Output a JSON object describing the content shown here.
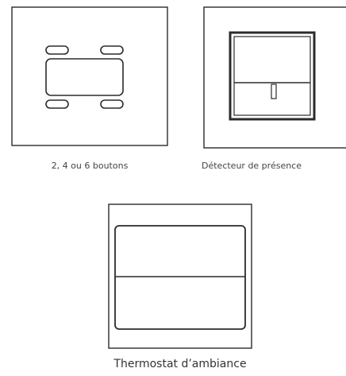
{
  "devices": [
    {
      "id": "buttons",
      "caption": "2, 4 ou 6 boutons"
    },
    {
      "id": "presence",
      "caption": "Détecteur de présence"
    },
    {
      "id": "thermostat",
      "caption": "Thermostat d’ambiance"
    }
  ],
  "colors": {
    "stroke": "#2b2b2b",
    "background": "#ffffff"
  }
}
